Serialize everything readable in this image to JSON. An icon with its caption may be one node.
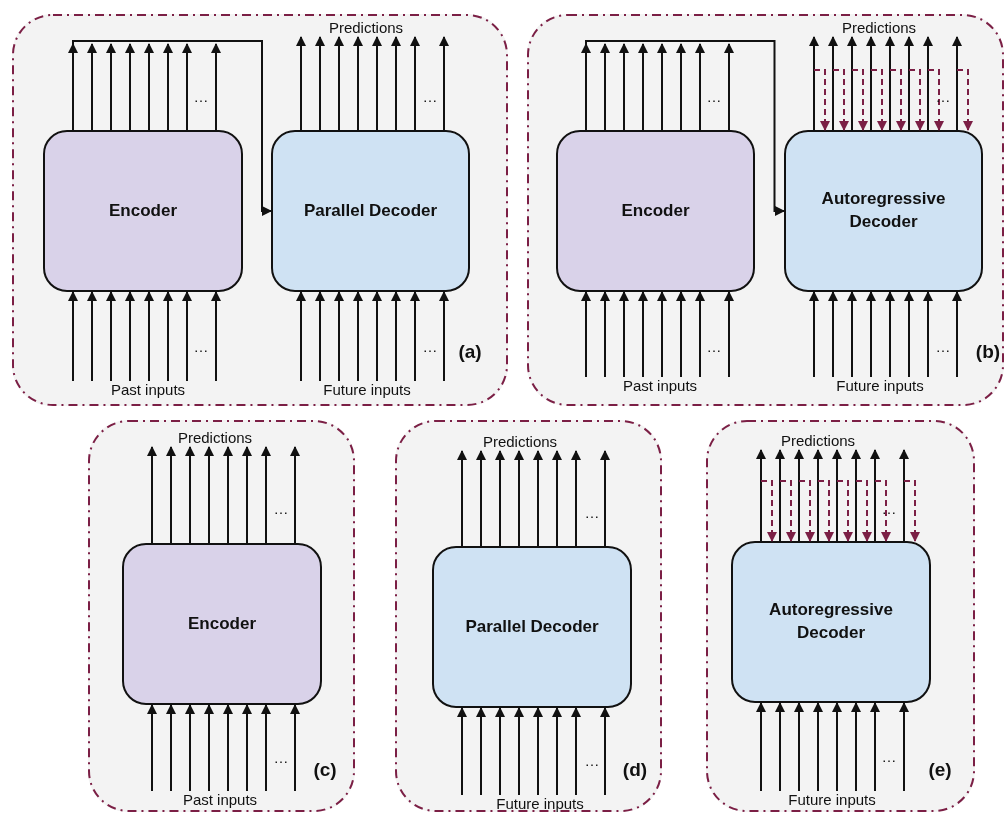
{
  "diagram": {
    "nodes": [
      {
        "text": [
          "(a)"
        ]
      },
      {
        "text": [
          "Predictions"
        ],
        "in": 0
      },
      {
        "text": [
          "Encoder"
        ],
        "in": 0
      },
      {
        "text": [
          "Parallel Decoder"
        ],
        "in": 0
      },
      {
        "text": [
          "Past inputs"
        ],
        "in": 0
      },
      {
        "text": [
          "Future inputs"
        ],
        "in": 0
      },
      {
        "text": [
          "(b)"
        ]
      },
      {
        "text": [
          "Predictions"
        ],
        "in": 6
      },
      {
        "text": [
          "Encoder"
        ],
        "in": 6
      },
      {
        "text": [
          "Autoregressive Decoder"
        ],
        "in": 6
      },
      {
        "text": [
          "Past inputs"
        ],
        "in": 6
      },
      {
        "text": [
          "Future inputs"
        ],
        "in": 6
      },
      {
        "text": [
          "(c)"
        ]
      },
      {
        "text": [
          "Predictions"
        ],
        "in": 12
      },
      {
        "text": [
          "Encoder"
        ],
        "in": 12
      },
      {
        "text": [
          "Past inputs"
        ],
        "in": 12
      },
      {
        "text": [
          "(d)"
        ]
      },
      {
        "text": [
          "Predictions"
        ],
        "in": 16
      },
      {
        "text": [
          "Parallel Decoder"
        ],
        "in": 16
      },
      {
        "text": [
          "Future inputs"
        ],
        "in": 16
      },
      {
        "text": [
          "(e)"
        ]
      },
      {
        "text": [
          "Predictions"
        ],
        "in": 20
      },
      {
        "text": [
          "Autoregressive Decoder"
        ],
        "in": 20
      },
      {
        "text": [
          "Future inputs"
        ],
        "in": 20
      }
    ],
    "edges": [
      {
        "from": 2,
        "to": null,
        "arrow": "to"
      },
      {
        "from": 2,
        "to": null,
        "arrow": "to"
      },
      {
        "from": 2,
        "to": null,
        "arrow": "to"
      },
      {
        "from": 2,
        "to": null,
        "arrow": "to"
      },
      {
        "from": 2,
        "to": null,
        "arrow": "to"
      },
      {
        "from": 2,
        "to": null,
        "arrow": "to"
      },
      {
        "from": 2,
        "to": null,
        "arrow": "to"
      },
      {
        "from": 2,
        "to": null,
        "arrow": "to"
      },
      {
        "from": 4,
        "to": 2,
        "arrow": "to"
      },
      {
        "from": 4,
        "to": 2,
        "arrow": "to"
      },
      {
        "from": 4,
        "to": 2,
        "arrow": "to"
      },
      {
        "from": 4,
        "to": 2,
        "arrow": "to"
      },
      {
        "from": 4,
        "to": 2,
        "arrow": "to"
      },
      {
        "from": 4,
        "to": 2,
        "arrow": "to"
      },
      {
        "from": 4,
        "to": 2,
        "arrow": "to"
      },
      {
        "from": 4,
        "to": 2,
        "arrow": "to"
      },
      {
        "from": 2,
        "to": 3,
        "arrow": "to"
      },
      {
        "from": 3,
        "to": 1,
        "arrow": "to"
      },
      {
        "from": 3,
        "to": 1,
        "arrow": "to"
      },
      {
        "from": 3,
        "to": 1,
        "arrow": "to"
      },
      {
        "from": 3,
        "to": 1,
        "arrow": "to"
      },
      {
        "from": 3,
        "to": 1,
        "arrow": "to"
      },
      {
        "from": 3,
        "to": 1,
        "arrow": "to"
      },
      {
        "from": 3,
        "to": 1,
        "arrow": "to"
      },
      {
        "from": 3,
        "to": 1,
        "arrow": "to"
      },
      {
        "from": 5,
        "to": 3,
        "arrow": "to"
      },
      {
        "from": 5,
        "to": 3,
        "arrow": "to"
      },
      {
        "from": 5,
        "to": 3,
        "arrow": "to"
      },
      {
        "from": 5,
        "to": 3,
        "arrow": "to"
      },
      {
        "from": 5,
        "to": 3,
        "arrow": "to"
      },
      {
        "from": 5,
        "to": 3,
        "arrow": "to"
      },
      {
        "from": 5,
        "to": 3,
        "arrow": "to"
      },
      {
        "from": 5,
        "to": 3,
        "arrow": "to"
      },
      {
        "from": 8,
        "to": null,
        "arrow": "to"
      },
      {
        "from": 8,
        "to": null,
        "arrow": "to"
      },
      {
        "from": 8,
        "to": null,
        "arrow": "to"
      },
      {
        "from": 8,
        "to": null,
        "arrow": "to"
      },
      {
        "from": 8,
        "to": null,
        "arrow": "to"
      },
      {
        "from": 8,
        "to": null,
        "arrow": "to"
      },
      {
        "from": 8,
        "to": null,
        "arrow": "to"
      },
      {
        "from": 8,
        "to": null,
        "arrow": "to"
      },
      {
        "from": 10,
        "to": 8,
        "arrow": "to"
      },
      {
        "from": 10,
        "to": 8,
        "arrow": "to"
      },
      {
        "from": 10,
        "to": 8,
        "arrow": "to"
      },
      {
        "from": 10,
        "to": 8,
        "arrow": "to"
      },
      {
        "from": 10,
        "to": 8,
        "arrow": "to"
      },
      {
        "from": 10,
        "to": 8,
        "arrow": "to"
      },
      {
        "from": 10,
        "to": 8,
        "arrow": "to"
      },
      {
        "from": 10,
        "to": 8,
        "arrow": "to"
      },
      {
        "from": 8,
        "to": 9,
        "arrow": "to"
      },
      {
        "from": 9,
        "to": 7,
        "arrow": "to"
      },
      {
        "from": 9,
        "to": 7,
        "arrow": "to"
      },
      {
        "from": 9,
        "to": 7,
        "arrow": "to"
      },
      {
        "from": 9,
        "to": 7,
        "arrow": "to"
      },
      {
        "from": 9,
        "to": 7,
        "arrow": "to"
      },
      {
        "from": 9,
        "to": 7,
        "arrow": "to"
      },
      {
        "from": 9,
        "to": 7,
        "arrow": "to"
      },
      {
        "from": 9,
        "to": 7,
        "arrow": "to"
      },
      {
        "from": 11,
        "to": 9,
        "arrow": "to"
      },
      {
        "from": 11,
        "to": 9,
        "arrow": "to"
      },
      {
        "from": 11,
        "to": 9,
        "arrow": "to"
      },
      {
        "from": 11,
        "to": 9,
        "arrow": "to"
      },
      {
        "from": 11,
        "to": 9,
        "arrow": "to"
      },
      {
        "from": 11,
        "to": 9,
        "arrow": "to"
      },
      {
        "from": 11,
        "to": 9,
        "arrow": "to"
      },
      {
        "from": 11,
        "to": 9,
        "arrow": "to"
      },
      {
        "from": null,
        "to": 9,
        "arrow": "to",
        "style": "dashed",
        "color": "#7b1f45"
      },
      {
        "from": null,
        "to": 9,
        "arrow": "to",
        "style": "dashed",
        "color": "#7b1f45"
      },
      {
        "from": null,
        "to": 9,
        "arrow": "to",
        "style": "dashed",
        "color": "#7b1f45"
      },
      {
        "from": null,
        "to": 9,
        "arrow": "to",
        "style": "dashed",
        "color": "#7b1f45"
      },
      {
        "from": null,
        "to": 9,
        "arrow": "to",
        "style": "dashed",
        "color": "#7b1f45"
      },
      {
        "from": null,
        "to": 9,
        "arrow": "to",
        "style": "dashed",
        "color": "#7b1f45"
      },
      {
        "from": null,
        "to": 9,
        "arrow": "to",
        "style": "dashed",
        "color": "#7b1f45"
      },
      {
        "from": null,
        "to": 9,
        "arrow": "to",
        "style": "dashed",
        "color": "#7b1f45"
      },
      {
        "from": 14,
        "to": 13,
        "arrow": "to"
      },
      {
        "from": 14,
        "to": 13,
        "arrow": "to"
      },
      {
        "from": 14,
        "to": 13,
        "arrow": "to"
      },
      {
        "from": 14,
        "to": 13,
        "arrow": "to"
      },
      {
        "from": 14,
        "to": 13,
        "arrow": "to"
      },
      {
        "from": 14,
        "to": 13,
        "arrow": "to"
      },
      {
        "from": 14,
        "to": 13,
        "arrow": "to"
      },
      {
        "from": 14,
        "to": 13,
        "arrow": "to"
      },
      {
        "from": 15,
        "to": 14,
        "arrow": "to"
      },
      {
        "from": 15,
        "to": 14,
        "arrow": "to"
      },
      {
        "from": 15,
        "to": 14,
        "arrow": "to"
      },
      {
        "from": 15,
        "to": 14,
        "arrow": "to"
      },
      {
        "from": 15,
        "to": 14,
        "arrow": "to"
      },
      {
        "from": 15,
        "to": 14,
        "arrow": "to"
      },
      {
        "from": 15,
        "to": 14,
        "arrow": "to"
      },
      {
        "from": 15,
        "to": 14,
        "arrow": "to"
      },
      {
        "from": 18,
        "to": 17,
        "arrow": "to"
      },
      {
        "from": 18,
        "to": 17,
        "arrow": "to"
      },
      {
        "from": 18,
        "to": 17,
        "arrow": "to"
      },
      {
        "from": 18,
        "to": 17,
        "arrow": "to"
      },
      {
        "from": 18,
        "to": 17,
        "arrow": "to"
      },
      {
        "from": 18,
        "to": 17,
        "arrow": "to"
      },
      {
        "from": 18,
        "to": 17,
        "arrow": "to"
      },
      {
        "from": 18,
        "to": 17,
        "arrow": "to"
      },
      {
        "from": 19,
        "to": 18,
        "arrow": "to"
      },
      {
        "from": 19,
        "to": 18,
        "arrow": "to"
      },
      {
        "from": 19,
        "to": 18,
        "arrow": "to"
      },
      {
        "from": 19,
        "to": 18,
        "arrow": "to"
      },
      {
        "from": 19,
        "to": 18,
        "arrow": "to"
      },
      {
        "from": 19,
        "to": 18,
        "arrow": "to"
      },
      {
        "from": 19,
        "to": 18,
        "arrow": "to"
      },
      {
        "from": 19,
        "to": 18,
        "arrow": "to"
      },
      {
        "from": 22,
        "to": 21,
        "arrow": "to"
      },
      {
        "from": 22,
        "to": 21,
        "arrow": "to"
      },
      {
        "from": 22,
        "to": 21,
        "arrow": "to"
      },
      {
        "from": 22,
        "to": 21,
        "arrow": "to"
      },
      {
        "from": 22,
        "to": 21,
        "arrow": "to"
      },
      {
        "from": 22,
        "to": 21,
        "arrow": "to"
      },
      {
        "from": 22,
        "to": 21,
        "arrow": "to"
      },
      {
        "from": 22,
        "to": 21,
        "arrow": "to"
      },
      {
        "from": 23,
        "to": 22,
        "arrow": "to"
      },
      {
        "from": 23,
        "to": 22,
        "arrow": "to"
      },
      {
        "from": 23,
        "to": 22,
        "arrow": "to"
      },
      {
        "from": 23,
        "to": 22,
        "arrow": "to"
      },
      {
        "from": 23,
        "to": 22,
        "arrow": "to"
      },
      {
        "from": 23,
        "to": 22,
        "arrow": "to"
      },
      {
        "from": 23,
        "to": 22,
        "arrow": "to"
      },
      {
        "from": 23,
        "to": 22,
        "arrow": "to"
      },
      {
        "from": null,
        "to": 22,
        "arrow": "to",
        "style": "dashed",
        "color": "#7b1f45"
      },
      {
        "from": null,
        "to": 22,
        "arrow": "to",
        "style": "dashed",
        "color": "#7b1f45"
      },
      {
        "from": null,
        "to": 22,
        "arrow": "to",
        "style": "dashed",
        "color": "#7b1f45"
      },
      {
        "from": null,
        "to": 22,
        "arrow": "to",
        "style": "dashed",
        "color": "#7b1f45"
      },
      {
        "from": null,
        "to": 22,
        "arrow": "to",
        "style": "dashed",
        "color": "#7b1f45"
      },
      {
        "from": null,
        "to": 22,
        "arrow": "to",
        "style": "dashed",
        "color": "#7b1f45"
      },
      {
        "from": null,
        "to": 22,
        "arrow": "to",
        "style": "dashed",
        "color": "#7b1f45"
      },
      {
        "from": null,
        "to": 22,
        "arrow": "to",
        "style": "dashed",
        "color": "#7b1f45"
      }
    ],
    "labels": [
      "…",
      "…",
      "…",
      "…",
      "…",
      "…",
      "…",
      "…",
      "…",
      "…",
      "…",
      "…",
      "…",
      "…"
    ]
  }
}
